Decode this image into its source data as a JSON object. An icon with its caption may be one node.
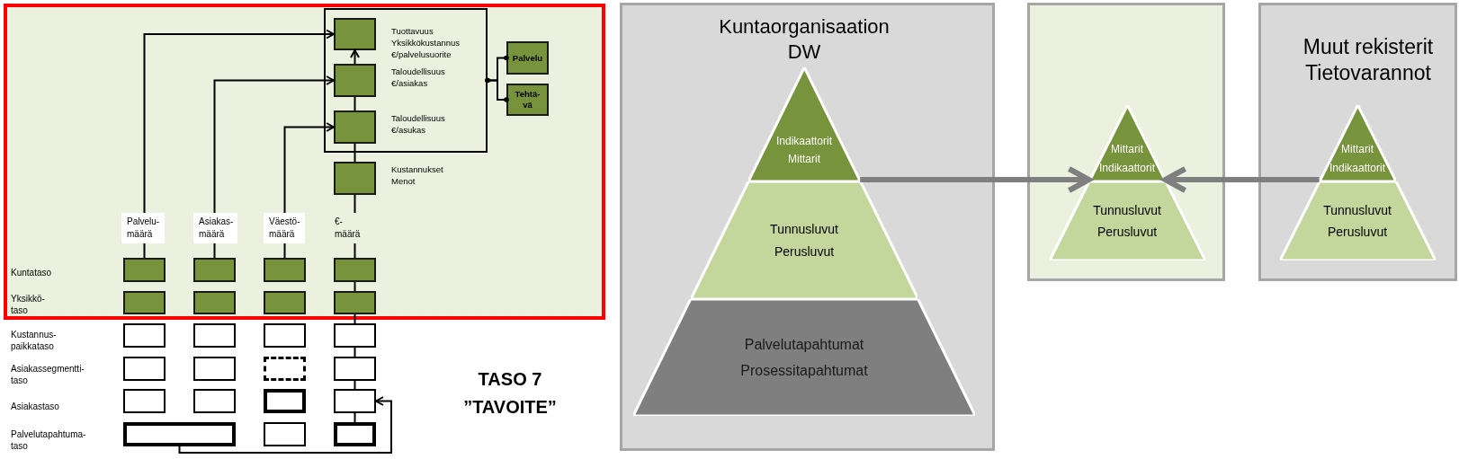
{
  "diagram": {
    "nodes": [
      {
        "text": [],
        "shape": "box"
      },
      {
        "text": [],
        "shape": "box",
        "in": 0
      },
      {
        "text": [],
        "shape": "box",
        "in": 1,
        "beside": [
          "Tuottavuus Yksikkökustannus €/palvelusuorite"
        ]
      },
      {
        "text": [],
        "shape": "box",
        "in": 1,
        "beside": [
          "Taloudellisuus €/asiakas"
        ]
      },
      {
        "text": [],
        "shape": "box",
        "in": 1,
        "beside": [
          "Taloudellisuus €/asukas"
        ]
      },
      {
        "text": [
          "Palvelu"
        ],
        "in": 0
      },
      {
        "text": [
          "Tehtä- vä"
        ],
        "in": 0
      },
      {
        "text": [],
        "shape": "box",
        "in": 0,
        "beside": [
          "Kustannukset Menot"
        ]
      },
      {
        "text": [],
        "shape": "box",
        "in": 0
      },
      {
        "text": [],
        "shape": "box",
        "in": 0
      },
      {
        "text": [],
        "shape": "box",
        "in": 0
      },
      {
        "text": [],
        "shape": "box",
        "in": 0
      },
      {
        "text": [],
        "shape": "box",
        "in": 0
      },
      {
        "text": [],
        "shape": "box",
        "in": 0
      },
      {
        "text": [],
        "shape": "box",
        "in": 0
      },
      {
        "text": [],
        "shape": "box",
        "in": 0
      },
      {
        "text": [],
        "shape": "box"
      },
      {
        "text": [],
        "shape": "box"
      },
      {
        "text": [],
        "shape": "box"
      },
      {
        "text": [],
        "shape": "box"
      },
      {
        "text": [],
        "shape": "box"
      },
      {
        "text": [],
        "shape": "box"
      },
      {
        "text": [],
        "shape": "box"
      },
      {
        "text": [],
        "shape": "box"
      },
      {
        "text": [],
        "shape": "box"
      },
      {
        "text": [],
        "shape": "box"
      },
      {
        "text": [],
        "shape": "box"
      },
      {
        "text": [],
        "shape": "box"
      },
      {
        "text": [],
        "shape": "box"
      },
      {
        "text": [],
        "shape": "box"
      },
      {
        "text": [],
        "shape": "box"
      },
      {
        "text": [
          "Kuntaorganisaation DW"
        ]
      },
      {
        "text": [
          "Indikaattorit Mittarit"
        ],
        "in": 31
      },
      {
        "text": [
          "Tunnusluvut Perusluvut"
        ],
        "in": 31
      },
      {
        "text": [
          "Palvelutapahtumat Prosessitapahtumat"
        ],
        "in": 31
      },
      {
        "text": [],
        "shape": "box"
      },
      {
        "text": [
          "Mittarit Indikaattorit"
        ],
        "in": 35
      },
      {
        "text": [
          "Tunnusluvut Perusluvut"
        ],
        "in": 35
      },
      {
        "text": [
          "Muut rekisterit Tietovarannot"
        ]
      },
      {
        "text": [
          "Mittarit Indikaattorit"
        ],
        "in": 38
      },
      {
        "text": [
          "Tunnusluvut Perusluvut"
        ],
        "in": 38
      }
    ],
    "edges": [
      {
        "from": 8,
        "to": 2,
        "arrow": "to"
      },
      {
        "from": 9,
        "to": 3,
        "arrow": "to"
      },
      {
        "from": 10,
        "to": 4,
        "arrow": "to"
      },
      {
        "from": 30,
        "to": 27,
        "arrow": "none"
      },
      {
        "from": 27,
        "to": 23,
        "arrow": "none"
      },
      {
        "from": 23,
        "to": 19,
        "arrow": "none"
      },
      {
        "from": 19,
        "to": 15,
        "arrow": "none"
      },
      {
        "from": 15,
        "to": 11,
        "arrow": "none"
      },
      {
        "from": 11,
        "to": 7,
        "arrow": "none"
      },
      {
        "from": 7,
        "to": 4,
        "arrow": "none"
      },
      {
        "from": 4,
        "to": 3,
        "arrow": "none"
      },
      {
        "from": 3,
        "to": 2,
        "arrow": "to"
      },
      {
        "from": 28,
        "to": 27,
        "arrow": "to"
      },
      {
        "from": 1,
        "to": 5,
        "arrow": "other"
      },
      {
        "from": 1,
        "to": 6,
        "arrow": "other"
      },
      {
        "from": 32,
        "to": 36,
        "arrow": "to",
        "style": "thick",
        "color": "#7f7f7f"
      },
      {
        "from": 39,
        "to": 36,
        "arrow": "to",
        "style": "thick",
        "color": "#7f7f7f"
      }
    ],
    "labels": [
      "Palvelu- määrä",
      "Asiakas- määrä",
      "Väestö- määrä",
      "€- määrä",
      "Kuntataso",
      "Yksikkö- taso",
      "Kustannus- paikkataso",
      "Asiakassegmentti- taso",
      "Asiakastaso",
      "Palvelutapahtuma- taso",
      "TASO 7 ”TAVOITE”"
    ]
  }
}
